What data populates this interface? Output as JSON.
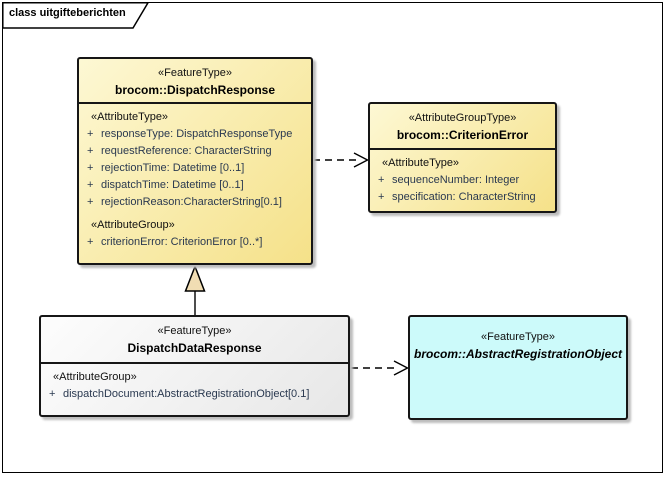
{
  "frame": {
    "tab_label": "class uitgifteberichten"
  },
  "colors": {
    "class_yellow_light": "#fdf8d4",
    "class_yellow_dark": "#f5e189",
    "class_gray_light": "#fdfdfd",
    "class_gray_dark": "#e7e7e7",
    "class_cyan": "#ccfafa",
    "attribute_text": "#2a3950",
    "triangle_fill": "#f1ddb3"
  },
  "plus_sign": "+",
  "classes": {
    "dispatch_response": {
      "stereotype": "«FeatureType»",
      "name": "brocom::DispatchResponse",
      "attr_type_header": "«AttributeType»",
      "attributes": [
        "responseType: DispatchResponseType",
        "requestReference: CharacterString",
        "rejectionTime: Datetime [0..1]",
        "dispatchTime: Datetime [0..1]",
        "rejectionReason:CharacterString[0.1]"
      ],
      "attr_group_header": "«AttributeGroup»",
      "group_attributes": [
        "criterionError: CriterionError [0..*]"
      ]
    },
    "criterion_error": {
      "stereotype": "«AttributeGroupType»",
      "name": "brocom::CriterionError",
      "attr_type_header": "«AttributeType»",
      "attributes": [
        "sequenceNumber: Integer",
        "specification: CharacterString"
      ]
    },
    "dispatch_data_response": {
      "stereotype": "«FeatureType»",
      "name": "DispatchDataResponse",
      "attr_group_header": "«AttributeGroup»",
      "group_attributes": [
        "dispatchDocument:AbstractRegistrationObject[0.1]"
      ]
    },
    "abstract_registration_object": {
      "stereotype": "«FeatureType»",
      "name": "brocom::AbstractRegistrationObject"
    }
  }
}
